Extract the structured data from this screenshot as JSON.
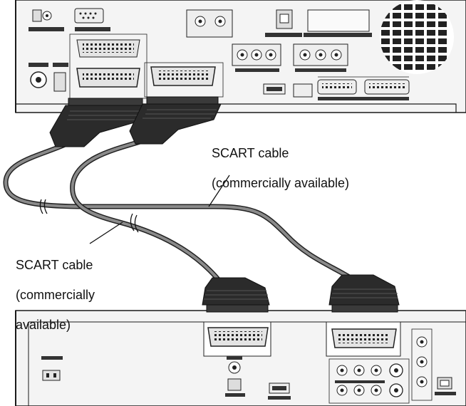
{
  "callouts": {
    "top_cable": {
      "line1": "SCART cable",
      "line2": "(commercially available)"
    },
    "bottom_cable": {
      "line1": "SCART cable",
      "line2": "(commercially",
      "line3": "available)"
    }
  },
  "colors": {
    "panel_fill": "#f4f4f4",
    "outline": "#1a1a1a",
    "plug_body": "#2b2b2b",
    "cable": "#555555",
    "port_fill": "#e4e4e4"
  },
  "icons": [
    "scart-connector-icon",
    "scart-plug-icon",
    "vent-grille-icon",
    "rca-jack-icon"
  ]
}
